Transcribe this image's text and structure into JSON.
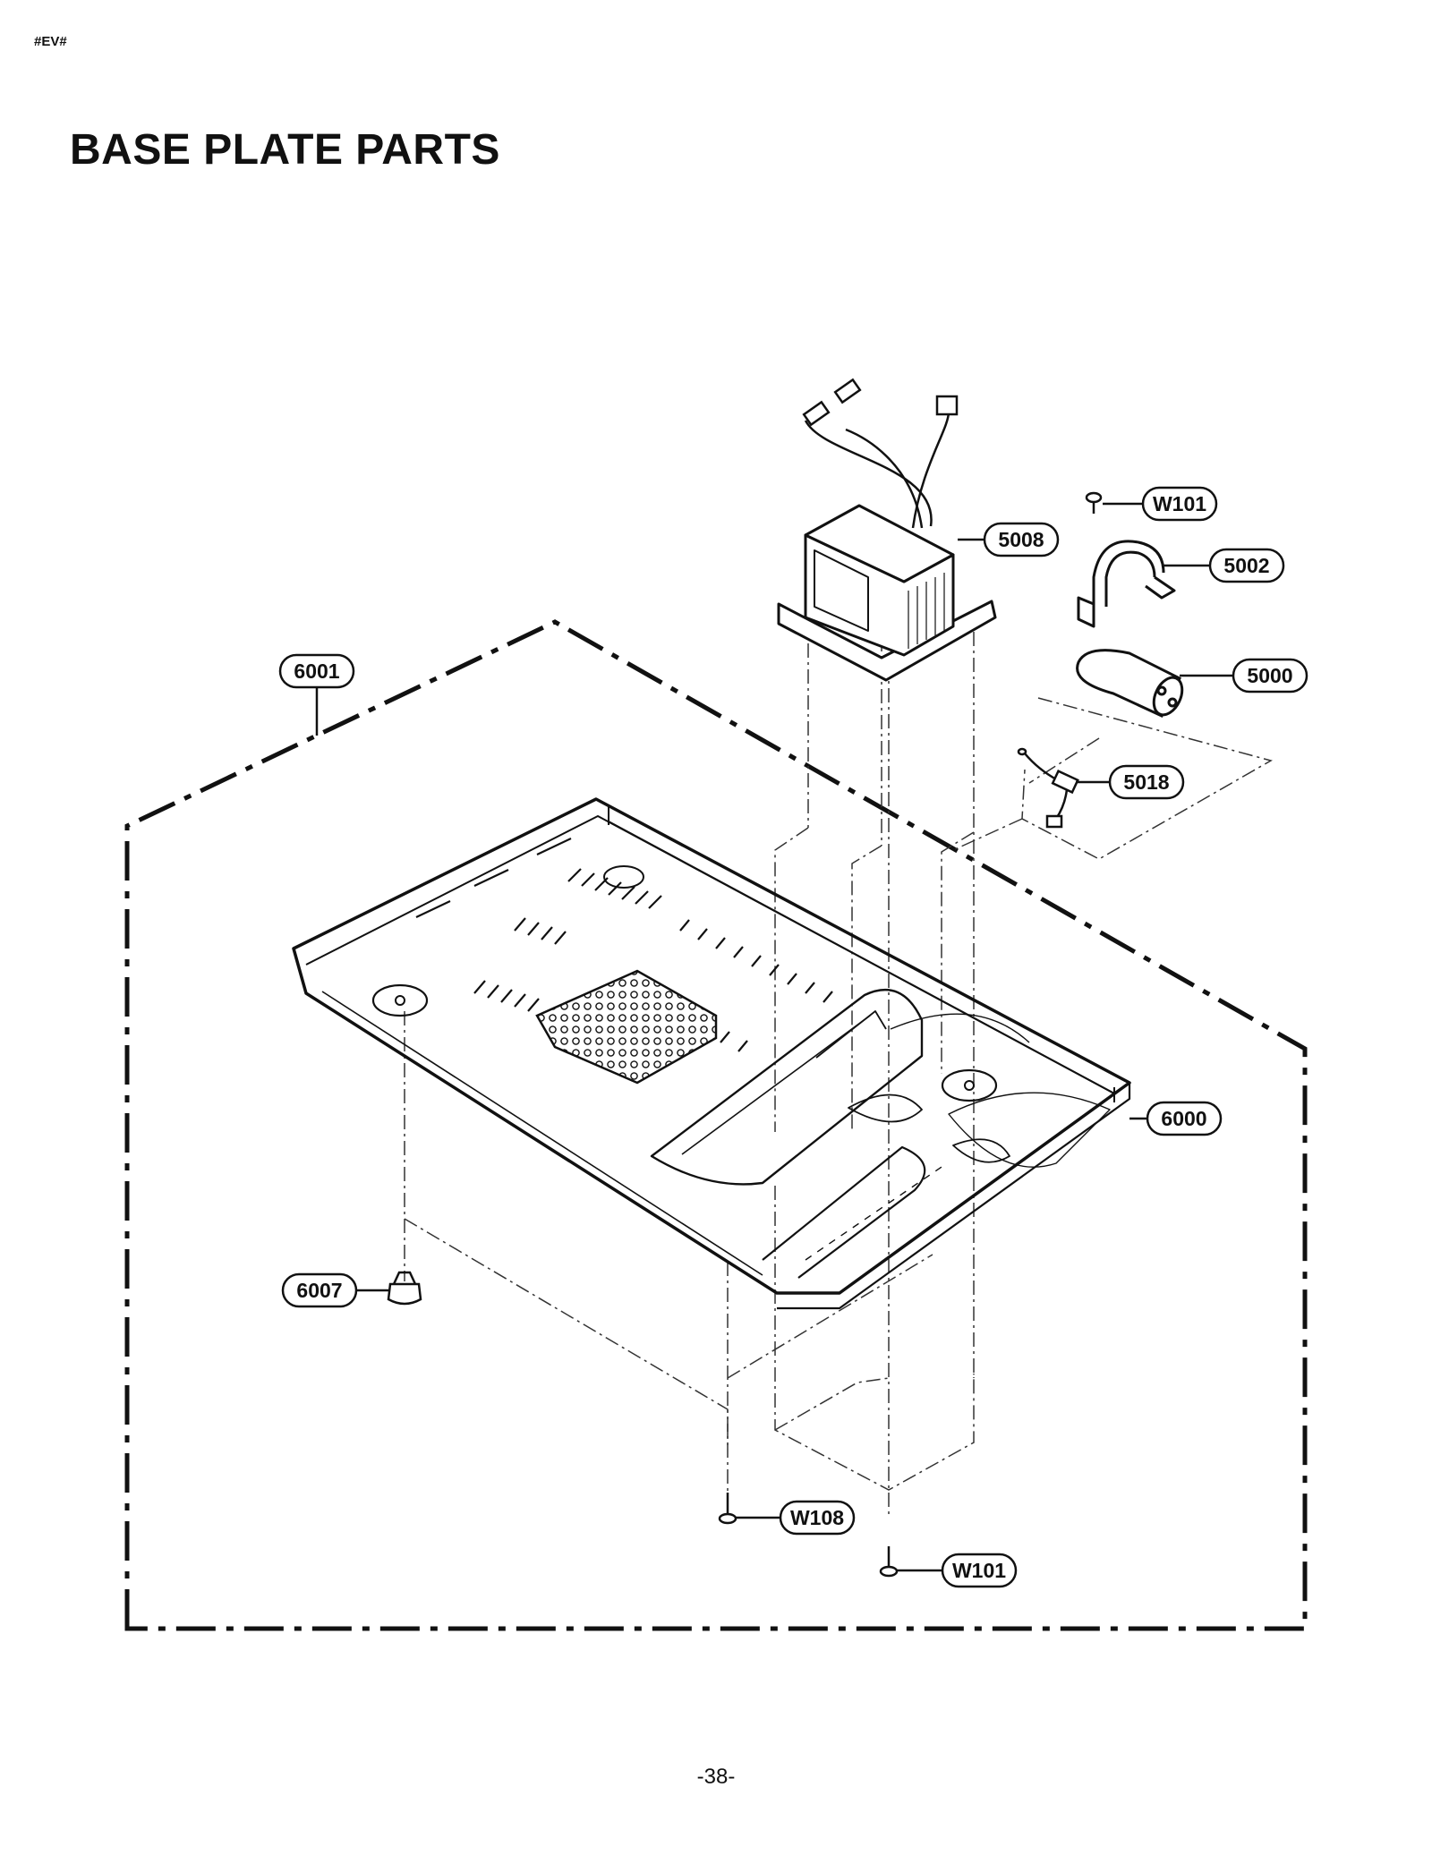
{
  "document": {
    "code": "#EV#",
    "title": "BASE PLATE PARTS",
    "page_number": "-38-"
  },
  "callouts": [
    {
      "id": "w101-top",
      "label": "W101"
    },
    {
      "id": "5008",
      "label": "5008"
    },
    {
      "id": "5002",
      "label": "5002"
    },
    {
      "id": "5000",
      "label": "5000"
    },
    {
      "id": "5018",
      "label": "5018"
    },
    {
      "id": "6001",
      "label": "6001"
    },
    {
      "id": "6000",
      "label": "6000"
    },
    {
      "id": "6007",
      "label": "6007"
    },
    {
      "id": "w108",
      "label": "W108"
    },
    {
      "id": "w101-bottom",
      "label": "W101"
    }
  ]
}
